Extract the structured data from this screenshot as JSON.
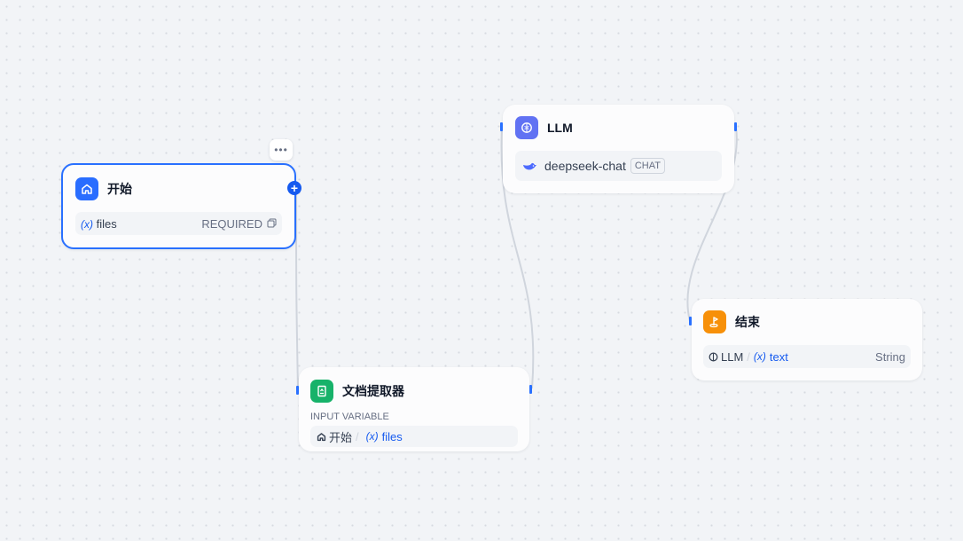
{
  "canvas": {
    "nodes": {
      "start": {
        "title": "开始",
        "variable": {
          "icon": "(x)",
          "name": "files",
          "required": "REQUIRED"
        }
      },
      "extractor": {
        "title": "文档提取器",
        "section_label": "INPUT VARIABLE",
        "input": {
          "source": "开始",
          "separator": "/",
          "icon": "(x)",
          "name": "files"
        }
      },
      "llm": {
        "title": "LLM",
        "model": {
          "name": "deepseek-chat",
          "mode": "CHAT"
        }
      },
      "end": {
        "title": "结束",
        "output": {
          "source": "LLM",
          "separator": "/",
          "icon": "(x)",
          "name": "text",
          "type": "String"
        }
      }
    },
    "controls": {
      "more": "•••",
      "add": "+"
    }
  },
  "colors": {
    "accent": "#155aef",
    "start_icon_bg": "#296dff",
    "extractor_icon_bg": "#17b26a",
    "llm_icon_bg": "#6172f3",
    "end_icon_bg": "#f79009",
    "edge": "#d0d5dd"
  }
}
